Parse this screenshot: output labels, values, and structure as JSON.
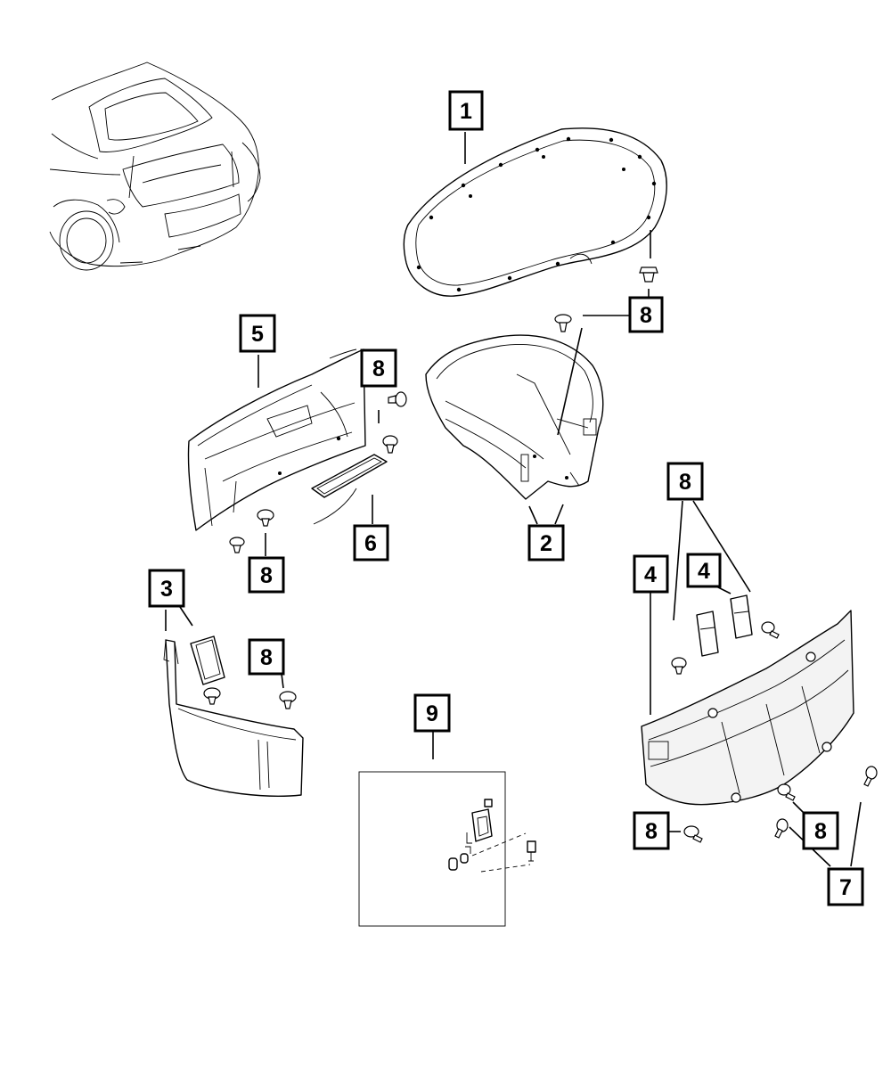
{
  "callouts": [
    {
      "id": "c1",
      "label": "1"
    },
    {
      "id": "c2",
      "label": "2"
    },
    {
      "id": "c3",
      "label": "3"
    },
    {
      "id": "c4a",
      "label": "4"
    },
    {
      "id": "c4b",
      "label": "4"
    },
    {
      "id": "c5",
      "label": "5"
    },
    {
      "id": "c6",
      "label": "6"
    },
    {
      "id": "c7",
      "label": "7"
    },
    {
      "id": "c8a",
      "label": "8"
    },
    {
      "id": "c8b",
      "label": "8"
    },
    {
      "id": "c8c",
      "label": "8"
    },
    {
      "id": "c8d",
      "label": "8"
    },
    {
      "id": "c8e",
      "label": "8"
    },
    {
      "id": "c8f",
      "label": "8"
    },
    {
      "id": "c8g",
      "label": "8"
    },
    {
      "id": "c9",
      "label": "9"
    }
  ]
}
